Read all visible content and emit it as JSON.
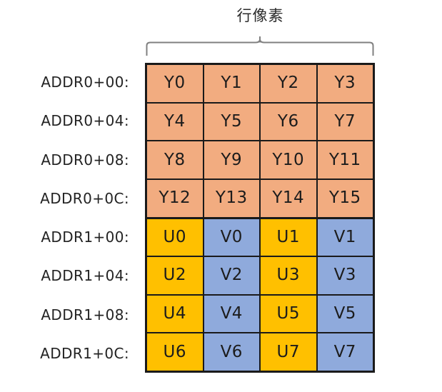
{
  "diagram": {
    "title": "行像素",
    "brace_label_icon": "curly-brace-icon",
    "row_labels": [
      "ADDR0+00:",
      "ADDR0+04:",
      "ADDR0+08:",
      "ADDR0+0C:",
      "ADDR1+00:",
      "ADDR1+04:",
      "ADDR1+08:",
      "ADDR1+0C:"
    ],
    "colors": {
      "luma": "#f2ac80",
      "chroma_u": "#ffc000",
      "chroma_v": "#8faadc",
      "border": "#1a1a1a",
      "brace": "#808080",
      "background": "#ffffff"
    },
    "rows": [
      {
        "label": "ADDR0+00:",
        "plane": "Y",
        "cells": [
          {
            "text": "Y0",
            "kind": "y"
          },
          {
            "text": "Y1",
            "kind": "y"
          },
          {
            "text": "Y2",
            "kind": "y"
          },
          {
            "text": "Y3",
            "kind": "y"
          }
        ]
      },
      {
        "label": "ADDR0+04:",
        "plane": "Y",
        "cells": [
          {
            "text": "Y4",
            "kind": "y"
          },
          {
            "text": "Y5",
            "kind": "y"
          },
          {
            "text": "Y6",
            "kind": "y"
          },
          {
            "text": "Y7",
            "kind": "y"
          }
        ]
      },
      {
        "label": "ADDR0+08:",
        "plane": "Y",
        "cells": [
          {
            "text": "Y8",
            "kind": "y"
          },
          {
            "text": "Y9",
            "kind": "y"
          },
          {
            "text": "Y10",
            "kind": "y"
          },
          {
            "text": "Y11",
            "kind": "y"
          }
        ]
      },
      {
        "label": "ADDR0+0C:",
        "plane": "Y",
        "cells": [
          {
            "text": "Y12",
            "kind": "y"
          },
          {
            "text": "Y13",
            "kind": "y"
          },
          {
            "text": "Y14",
            "kind": "y"
          },
          {
            "text": "Y15",
            "kind": "y"
          }
        ]
      },
      {
        "label": "ADDR1+00:",
        "plane": "UV",
        "cells": [
          {
            "text": "U0",
            "kind": "u"
          },
          {
            "text": "V0",
            "kind": "v"
          },
          {
            "text": "U1",
            "kind": "u"
          },
          {
            "text": "V1",
            "kind": "v"
          }
        ]
      },
      {
        "label": "ADDR1+04:",
        "plane": "UV",
        "cells": [
          {
            "text": "U2",
            "kind": "u"
          },
          {
            "text": "V2",
            "kind": "v"
          },
          {
            "text": "U3",
            "kind": "u"
          },
          {
            "text": "V3",
            "kind": "v"
          }
        ]
      },
      {
        "label": "ADDR1+08:",
        "plane": "UV",
        "cells": [
          {
            "text": "U4",
            "kind": "u"
          },
          {
            "text": "V4",
            "kind": "v"
          },
          {
            "text": "U5",
            "kind": "u"
          },
          {
            "text": "V5",
            "kind": "v"
          }
        ]
      },
      {
        "label": "ADDR1+0C:",
        "plane": "UV",
        "cells": [
          {
            "text": "U6",
            "kind": "u"
          },
          {
            "text": "V6",
            "kind": "v"
          },
          {
            "text": "U7",
            "kind": "u"
          },
          {
            "text": "V7",
            "kind": "v"
          }
        ]
      }
    ]
  }
}
